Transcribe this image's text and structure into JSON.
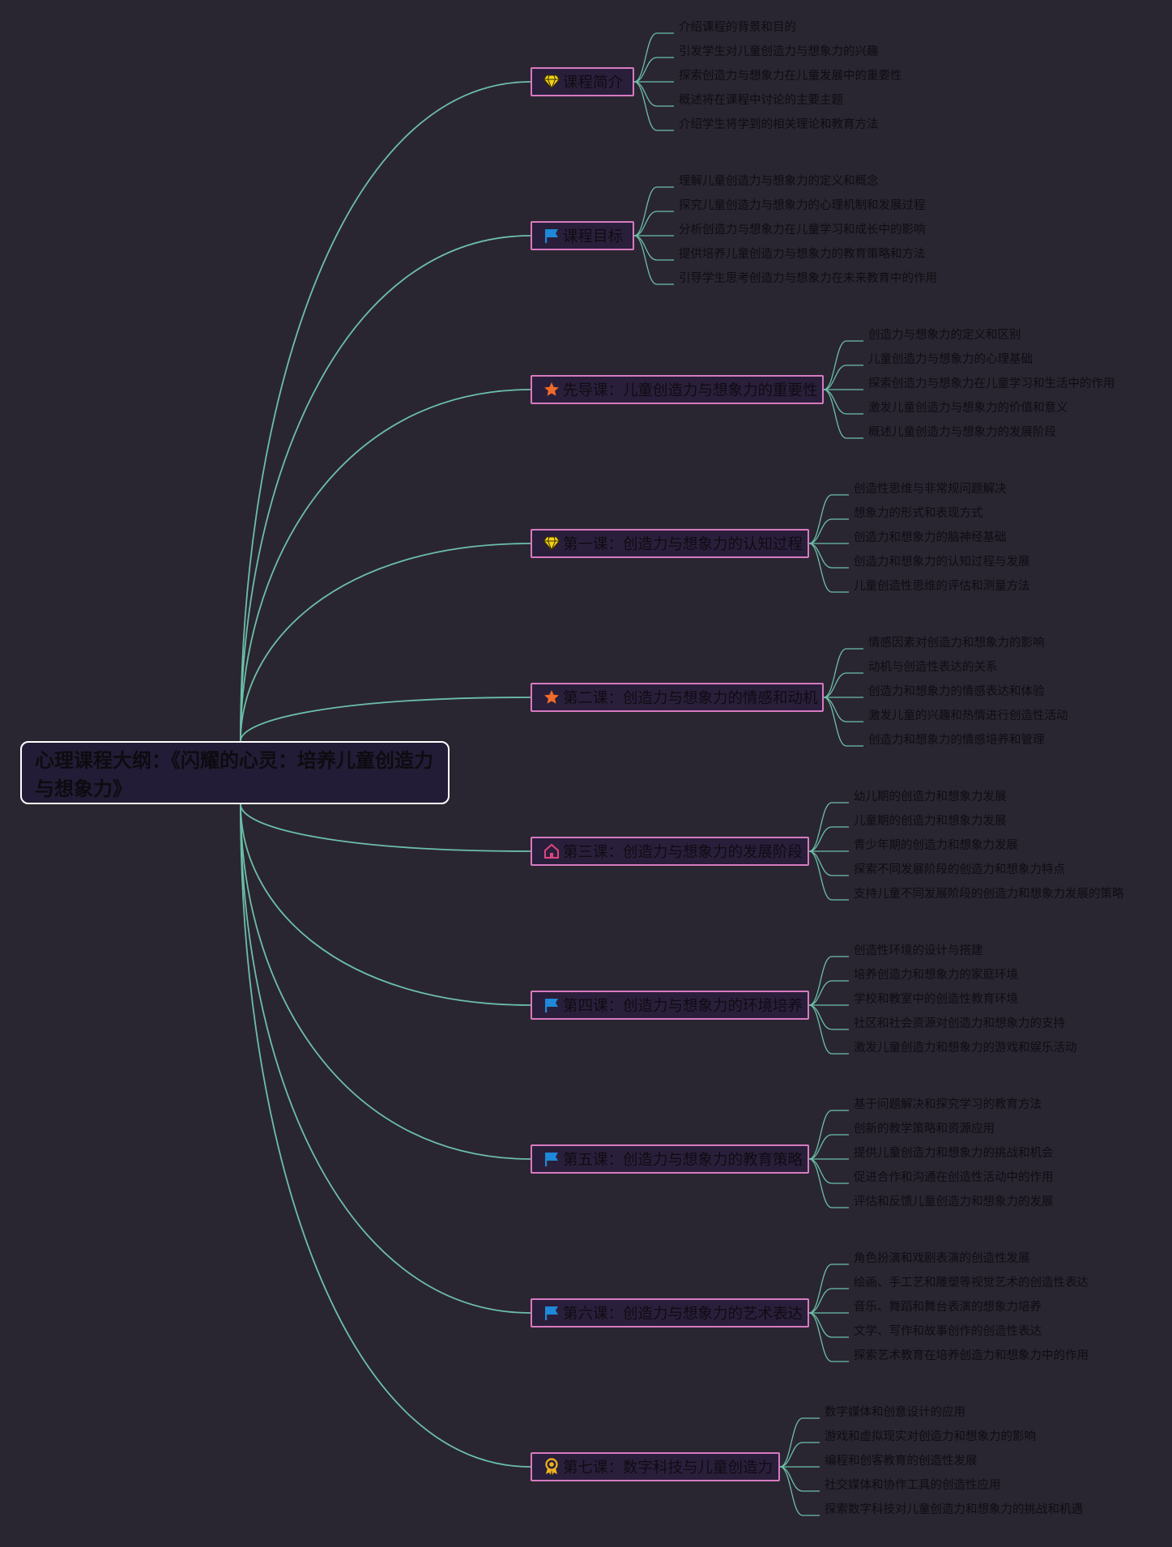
{
  "root": {
    "title": "心理课程大纲：《闪耀的心灵：培养儿童创造力与想象力》"
  },
  "colors": {
    "background": "#2a2631",
    "link": "#6cbfa9",
    "topic_border": "#d77ac0",
    "root_border": "#ffffff"
  },
  "topics": [
    {
      "label": "课程简介",
      "icon": "diamond-icon",
      "children": [
        "介绍课程的背景和目的",
        "引发学生对儿童创造力与想象力的兴趣",
        "探索创造力与想象力在儿童发展中的重要性",
        "概述将在课程中讨论的主要主题",
        "介绍学生将学到的相关理论和教育方法"
      ]
    },
    {
      "label": "课程目标",
      "icon": "flag-icon",
      "children": [
        "理解儿童创造力与想象力的定义和概念",
        "探究儿童创造力与想象力的心理机制和发展过程",
        "分析创造力与想象力在儿童学习和成长中的影响",
        "提供培养儿童创造力与想象力的教育策略和方法",
        "引导学生思考创造力与想象力在未来教育中的作用"
      ]
    },
    {
      "label": "先导课：儿童创造力与想象力的重要性",
      "icon": "star-icon",
      "children": [
        "创造力与想象力的定义和区别",
        "儿童创造力与想象力的心理基础",
        "探索创造力与想象力在儿童学习和生活中的作用",
        "激发儿童创造力与想象力的价值和意义",
        "概述儿童创造力与想象力的发展阶段"
      ]
    },
    {
      "label": "第一课：创造力与想象力的认知过程",
      "icon": "diamond-icon",
      "children": [
        "创造性思维与非常规问题解决",
        "想象力的形式和表现方式",
        "创造力和想象力的脑神经基础",
        "创造力和想象力的认知过程与发展",
        "儿童创造性思维的评估和测量方法"
      ]
    },
    {
      "label": "第二课：创造力与想象力的情感和动机",
      "icon": "star-icon",
      "children": [
        "情感因素对创造力和想象力的影响",
        "动机与创造性表达的关系",
        "创造力和想象力的情感表达和体验",
        "激发儿童的兴趣和热情进行创造性活动",
        "创造力和想象力的情感培养和管理"
      ]
    },
    {
      "label": "第三课：创造力与想象力的发展阶段",
      "icon": "home-icon",
      "children": [
        "幼儿期的创造力和想象力发展",
        "儿童期的创造力和想象力发展",
        "青少年期的创造力和想象力发展",
        "探索不同发展阶段的创造力和想象力特点",
        "支持儿童不同发展阶段的创造力和想象力发展的策略"
      ]
    },
    {
      "label": "第四课：创造力与想象力的环境培养",
      "icon": "flag-icon",
      "children": [
        "创造性环境的设计与搭建",
        "培养创造力和想象力的家庭环境",
        "学校和教室中的创造性教育环境",
        "社区和社会资源对创造力和想象力的支持",
        "激发儿童创造力和想象力的游戏和娱乐活动"
      ]
    },
    {
      "label": "第五课：创造力与想象力的教育策略",
      "icon": "flag-icon",
      "children": [
        "基于问题解决和探究学习的教育方法",
        "创新的教学策略和资源应用",
        "提供儿童创造力和想象力的挑战和机会",
        "促进合作和沟通在创造性活动中的作用",
        "评估和反馈儿童创造力和想象力的发展"
      ]
    },
    {
      "label": "第六课：创造力与想象力的艺术表达",
      "icon": "flag-icon",
      "children": [
        "角色扮演和戏剧表演的创造性发展",
        "绘画、手工艺和雕塑等视觉艺术的创造性表达",
        "音乐、舞蹈和舞台表演的想象力培养",
        "文学、写作和故事创作的创造性表达",
        "探索艺术教育在培养创造力和想象力中的作用"
      ]
    },
    {
      "label": "第七课：数字科技与儿童创造力",
      "icon": "award-icon",
      "children": [
        "数字媒体和创意设计的应用",
        "游戏和虚拟现实对创造力和想象力的影响",
        "编程和创客教育的创造性发展",
        "社交媒体和协作工具的创造性应用",
        "探索数字科技对儿童创造力和想象力的挑战和机遇"
      ]
    }
  ]
}
